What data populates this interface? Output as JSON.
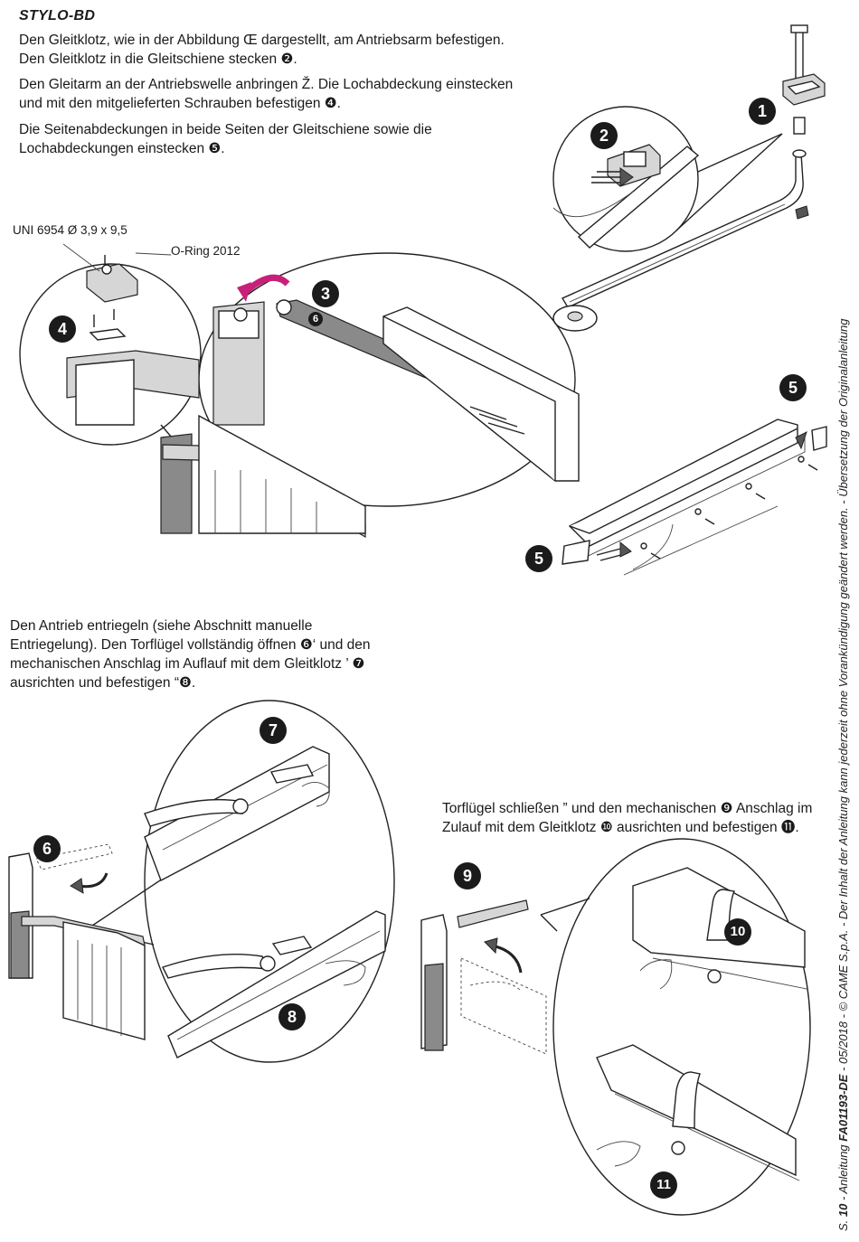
{
  "title": "STYLO-BD",
  "paragraphs": {
    "p1": "Den Gleitklotz, wie in der Abbildung Œ dargestellt, am Antriebsarm befestigen.\nDen Gleitklotz in die Gleitschiene stecken ❷.",
    "p2": "Den Gleitarm an der Antriebswelle anbringen Ž. Die Lochabdeckung einstecken\nund mit den mitgelieferten Schrauben befestigen ❹.",
    "p3": "Die Seitenabdeckungen in beide Seiten der Gleitschiene sowie die\nLochabdeckungen einstecken  ❺.",
    "p4": "Den Antrieb entriegeln (siehe Abschnitt manuelle\nEntriegelung). Den Torflügel vollständig öffnen ❻‘ und den\nmechanischen Anschlag im Auflauf mit dem Gleitklotz ’ ❼\nausrichten und befestigen “❽.",
    "p5": "Torflügel schließen ” und den mechanischen ❾ Anschlag im\nZulauf mit dem Gleitklotz ❿ ausrichten und befestigen ⓫."
  },
  "labels": {
    "screw_spec": "UNI 6954  Ø 3,9 x 9,5",
    "oring": "O-Ring 2012"
  },
  "badges": {
    "b1": "1",
    "b2": "2",
    "b3": "3",
    "b4": "4",
    "b5a": "5",
    "b5b": "5",
    "b6": "6",
    "b6small": "6",
    "b7": "7",
    "b8": "8",
    "b9": "9",
    "b10": "10",
    "b11": "11"
  },
  "sidebar": {
    "prefix": "S. ",
    "page": "10",
    "manual": " - Anleitung ",
    "code": "FA01193-DE",
    "rest": " - 05/2018 - © CAME S.p.A. - Der Inhalt der Anleitung kann jederzeit ohne Vorankündigung geändert werden. - Übersetzung der Originalanleitung"
  },
  "colors": {
    "accent_arrow": "#c8207a",
    "ink": "#1a1a1a"
  }
}
